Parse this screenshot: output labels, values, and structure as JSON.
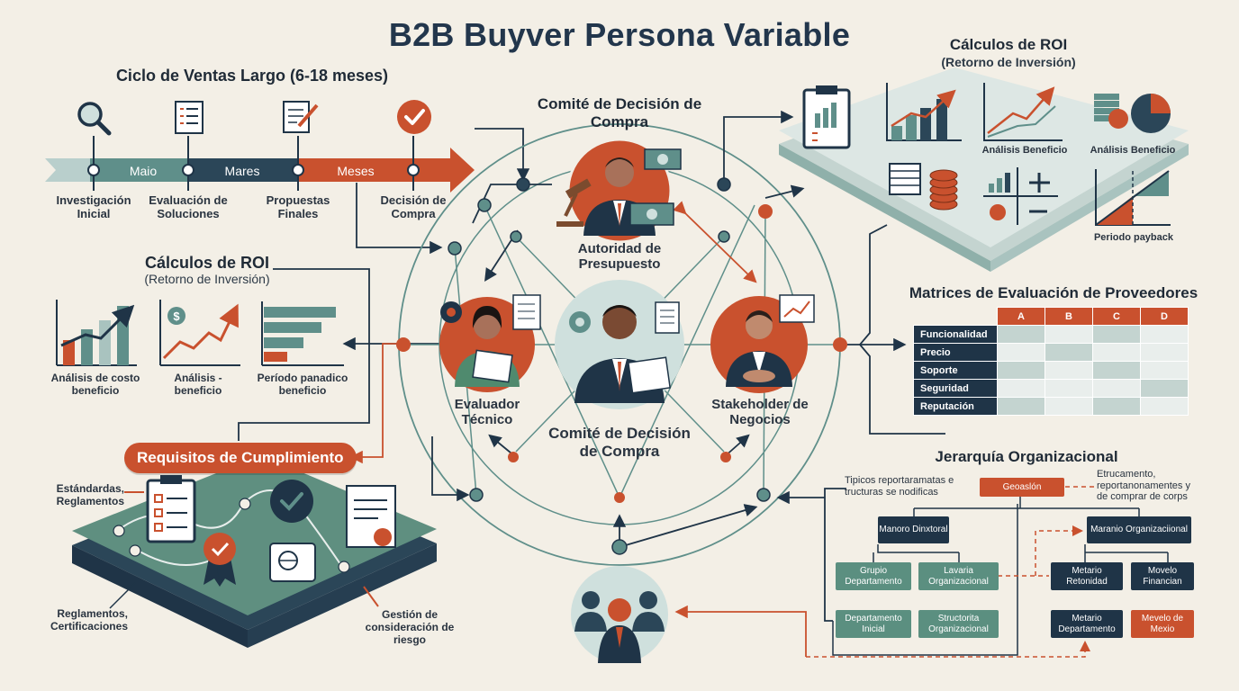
{
  "title": "B2B Buyver Persona Variable",
  "sales_cycle": {
    "heading": "Ciclo de Ventas Largo (6-18 meses)",
    "bar_labels": [
      "Maio",
      "Mares",
      "Meses"
    ],
    "stages": [
      "Investigación Inicial",
      "Evaluación de Soluciones",
      "Propuestas Finales",
      "Decisión de Compra"
    ],
    "icons": [
      "magnifier-icon",
      "checklist-icon",
      "proposal-icon",
      "checkmark-badge-icon"
    ]
  },
  "roi_left": {
    "heading": "Cálculos de ROI",
    "subheading": "(Retorno de Inversión)",
    "charts": [
      "Análisis de costo beneficio",
      "Análisis -beneficio",
      "Período panadico beneficio"
    ]
  },
  "roi_top_right": {
    "heading": "Cálculos de ROI",
    "subheading": "(Retorno de Inversión)",
    "labels": [
      "Análisis Beneficio",
      "Análisis Beneficio",
      "Periodo payback"
    ]
  },
  "committee": {
    "top_heading": "Comité de Decisión de Compra",
    "budget_label": "Autoridad de Presupuesto",
    "center_label": "Comité de Decisión de Compra",
    "technical_label": "Evaluador Técnico",
    "business_label": "Stakeholder de Negocios"
  },
  "compliance": {
    "pill": "Requisitos de Cumplimiento",
    "label_standards": "Estándardas, Reglamentos",
    "label_regulations": "Reglamentos, Certificaciones",
    "label_risk": "Gestión de consideración de riesgo"
  },
  "matrix": {
    "heading": "Matrices de Evaluación de Proveedores",
    "columns": [
      "A",
      "B",
      "C",
      "D"
    ],
    "rows": [
      "Funcionalidad",
      "Precio",
      "Soporte",
      "Seguridad",
      "Reputación"
    ]
  },
  "hierarchy": {
    "heading": "Jerarquía Organizacional",
    "note_left": "Tipicos reportaramatas e tructuras se nodificas",
    "root": "Geoaslón",
    "note_right": "Etrucamento, reportanonamentes y de comprar de corps",
    "left_head": "Manoro Dinxtoral",
    "right_head": "Maranio Organizaciional",
    "left_nodes": [
      "Grupio Departamento",
      "Lavaria Organizacional",
      "Departamento Inicial",
      "Structorita Organizacional"
    ],
    "right_nodes": [
      "Metario Retonidad",
      "Movelo Financian",
      "Metario Departamento",
      "Mevelo de Mexio"
    ]
  },
  "colors": {
    "navy": "#1f3447",
    "teal": "#5b8f80",
    "orange": "#c9512e",
    "background": "#f3efe6"
  }
}
